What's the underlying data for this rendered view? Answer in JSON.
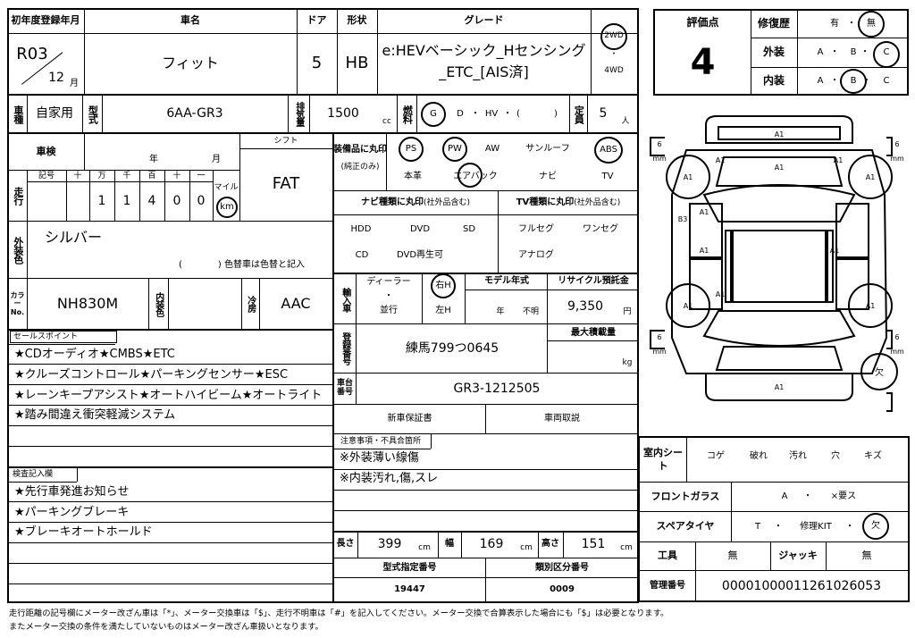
{
  "header": {
    "first_reg_label": "初年度登録年月",
    "first_reg_era": "R03",
    "first_reg_month": "12",
    "first_reg_month_unit": "月",
    "car_name_label": "車名",
    "car_name": "フィット",
    "doors_label": "ドア",
    "doors": "5",
    "shape_label": "形状",
    "shape": "HB",
    "grade_label": "グレード",
    "grade_line1": "e:HEVベーシック_Hセンシング",
    "grade_line2": "_ETC_[AIS済]",
    "drive_2wd": "2WD",
    "drive_dot": "・",
    "drive_4wd": "4WD"
  },
  "grade_eval": {
    "score_label": "評価点",
    "score": "4",
    "repair_label": "修復歴",
    "repair_options": [
      "有",
      "・",
      "無"
    ],
    "exterior_label": "外装",
    "exterior_options": [
      "A",
      "・",
      "B",
      "・",
      "C"
    ],
    "interior_label": "内装",
    "interior_options": [
      "A",
      "・",
      "B",
      "・",
      "C"
    ]
  },
  "specs": {
    "usage_label": "車種",
    "usage": "自家用",
    "model_label": "型式",
    "model": "6AA-GR3",
    "displacement_label": "排気量",
    "displacement": "1500",
    "displacement_unit": "cc",
    "fuel_label": "燃料",
    "fuel_options": [
      "G",
      "D",
      "・",
      "HV",
      "・",
      "(",
      ")"
    ],
    "capacity_label": "定員",
    "capacity": "5",
    "capacity_unit": "人"
  },
  "inspection": {
    "shaken_label": "車検",
    "year_unit": "年",
    "month_unit": "月",
    "shift_label": "シフト",
    "shift": "FAT",
    "mileage_label": "走行",
    "mileage_header": [
      "記号",
      "十",
      "万",
      "千",
      "百",
      "十",
      "一"
    ],
    "mileage_digits": [
      "",
      "",
      "1",
      "1",
      "4",
      "0",
      "0"
    ],
    "mile_label": "マイル",
    "km_label": "km",
    "body_color_label": "外装色",
    "body_color": "シルバー",
    "color_change_note": "(　　　　) 色替車は色替と記入",
    "color_no_label": "カラーNo.",
    "color_no": "NH830M",
    "interior_color_label": "内装色",
    "ac_label": "冷房",
    "ac": "AAC"
  },
  "equipment": {
    "label": "装備品に丸印",
    "label_sub": "(純正のみ)",
    "row1": [
      "PS",
      "PW",
      "AW",
      "サンルーフ",
      "ABS"
    ],
    "row2": [
      "本革",
      "エアバック",
      "ナビ",
      "TV"
    ],
    "navi_label": "ナビ種類に丸印",
    "navi_label_sub": "(社外品含む)",
    "navi_options": [
      "HDD",
      "DVD",
      "SD",
      "CD",
      "DVD再生可"
    ],
    "tv_label": "TV種類に丸印",
    "tv_label_sub": "(社外品含む)",
    "tv_options": [
      "フルセグ",
      "ワンセグ",
      "アナログ"
    ]
  },
  "import": {
    "label": "輸入車",
    "dealer": "ディーラー",
    "dot": "・",
    "parallel": "並行",
    "right_h": "右H",
    "left_h": "左H",
    "model_year_label": "モデル年式",
    "model_year_year": "年",
    "model_year_unknown": "不明",
    "recycle_label": "リサイクル預託金",
    "recycle": "9,350",
    "recycle_unit": "円"
  },
  "registration": {
    "label": "登録番号",
    "number": "練馬799つ0645",
    "max_load_label": "最大積載量",
    "max_load_unit": "kg",
    "chassis_label": "車台番号",
    "chassis": "GR3-1212505",
    "warranty": "新車保証書",
    "manual": "車両取説"
  },
  "sales": {
    "label": "セールスポイント",
    "lines": [
      "★CDオーディオ★CMBS★ETC",
      "★クルーズコントロール★パーキングセンサー★ESC",
      "★レーンキープアシスト★オートハイビーム★オートライト",
      "★踏み間違え衝突軽減システム"
    ]
  },
  "inspection_notes": {
    "label": "検査記入欄",
    "lines": [
      "★先行車発進お知らせ",
      "★パーキングブレーキ",
      "★ブレーキオートホールド"
    ]
  },
  "cautions": {
    "label": "注意事項・不具合箇所",
    "lines": [
      "※外装薄い線傷",
      "※内装汚れ,傷,スレ"
    ]
  },
  "dimensions": {
    "length_label": "長さ",
    "length": "399",
    "width_label": "幅",
    "width": "169",
    "height_label": "高さ",
    "height": "151",
    "unit": "cm",
    "type_desig_label": "型式指定番号",
    "type_desig": "19447",
    "category_label": "類別区分番号",
    "category": "0009"
  },
  "interior_seat": {
    "label": "室内シート",
    "options": [
      "コゲ",
      "破れ",
      "汚れ",
      "穴",
      "キズ"
    ],
    "windshield_label": "フロントガラス",
    "windshield_options": [
      "A",
      "・",
      "×要ス"
    ],
    "spare_label": "スペアタイヤ",
    "spare_options": [
      "T",
      "・",
      "修理KIT",
      "・",
      "欠"
    ],
    "tools_label": "工具",
    "tools": "無",
    "jack_label": "ジャッキ",
    "jack": "無",
    "mgmt_label": "管理番号",
    "mgmt": "00001000011261026053"
  },
  "diagram": {
    "marks": [
      "A1",
      "A1",
      "A1",
      "A1",
      "A1",
      "A1",
      "B3",
      "A1",
      "A1",
      "A1",
      "A1",
      "A1",
      "A1",
      "A1"
    ],
    "tire_labels": [
      "6",
      "mm",
      "6",
      "mm",
      "6",
      "mm",
      "6",
      "mm"
    ],
    "spare_missing": "欠"
  },
  "footer": {
    "line1": "走行距離の記号欄にメーター改ざん車は「*」、メーター交換車は「$」、走行不明車は「#」を記入してください。メーター交換で合算表示した場合にも「$」は必要となります。",
    "line2": "またメーター交換の条件を満たしていないものはメーター改ざん車扱いとなります。"
  }
}
